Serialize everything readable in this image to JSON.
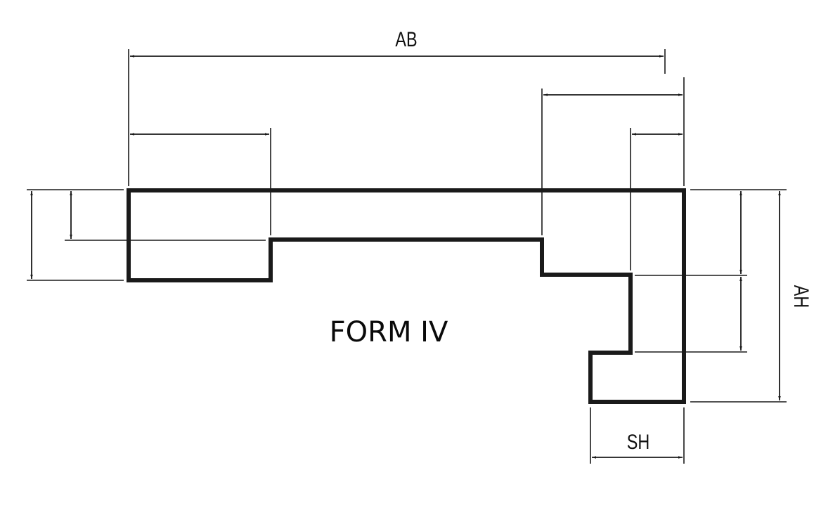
{
  "diagram": {
    "title": "FORM IV",
    "dimension_labels": {
      "overall_width": "AB",
      "overall_height": "AH",
      "leg_width": "SH"
    },
    "line_color": "#1a1a1a",
    "background": "#ffffff"
  }
}
